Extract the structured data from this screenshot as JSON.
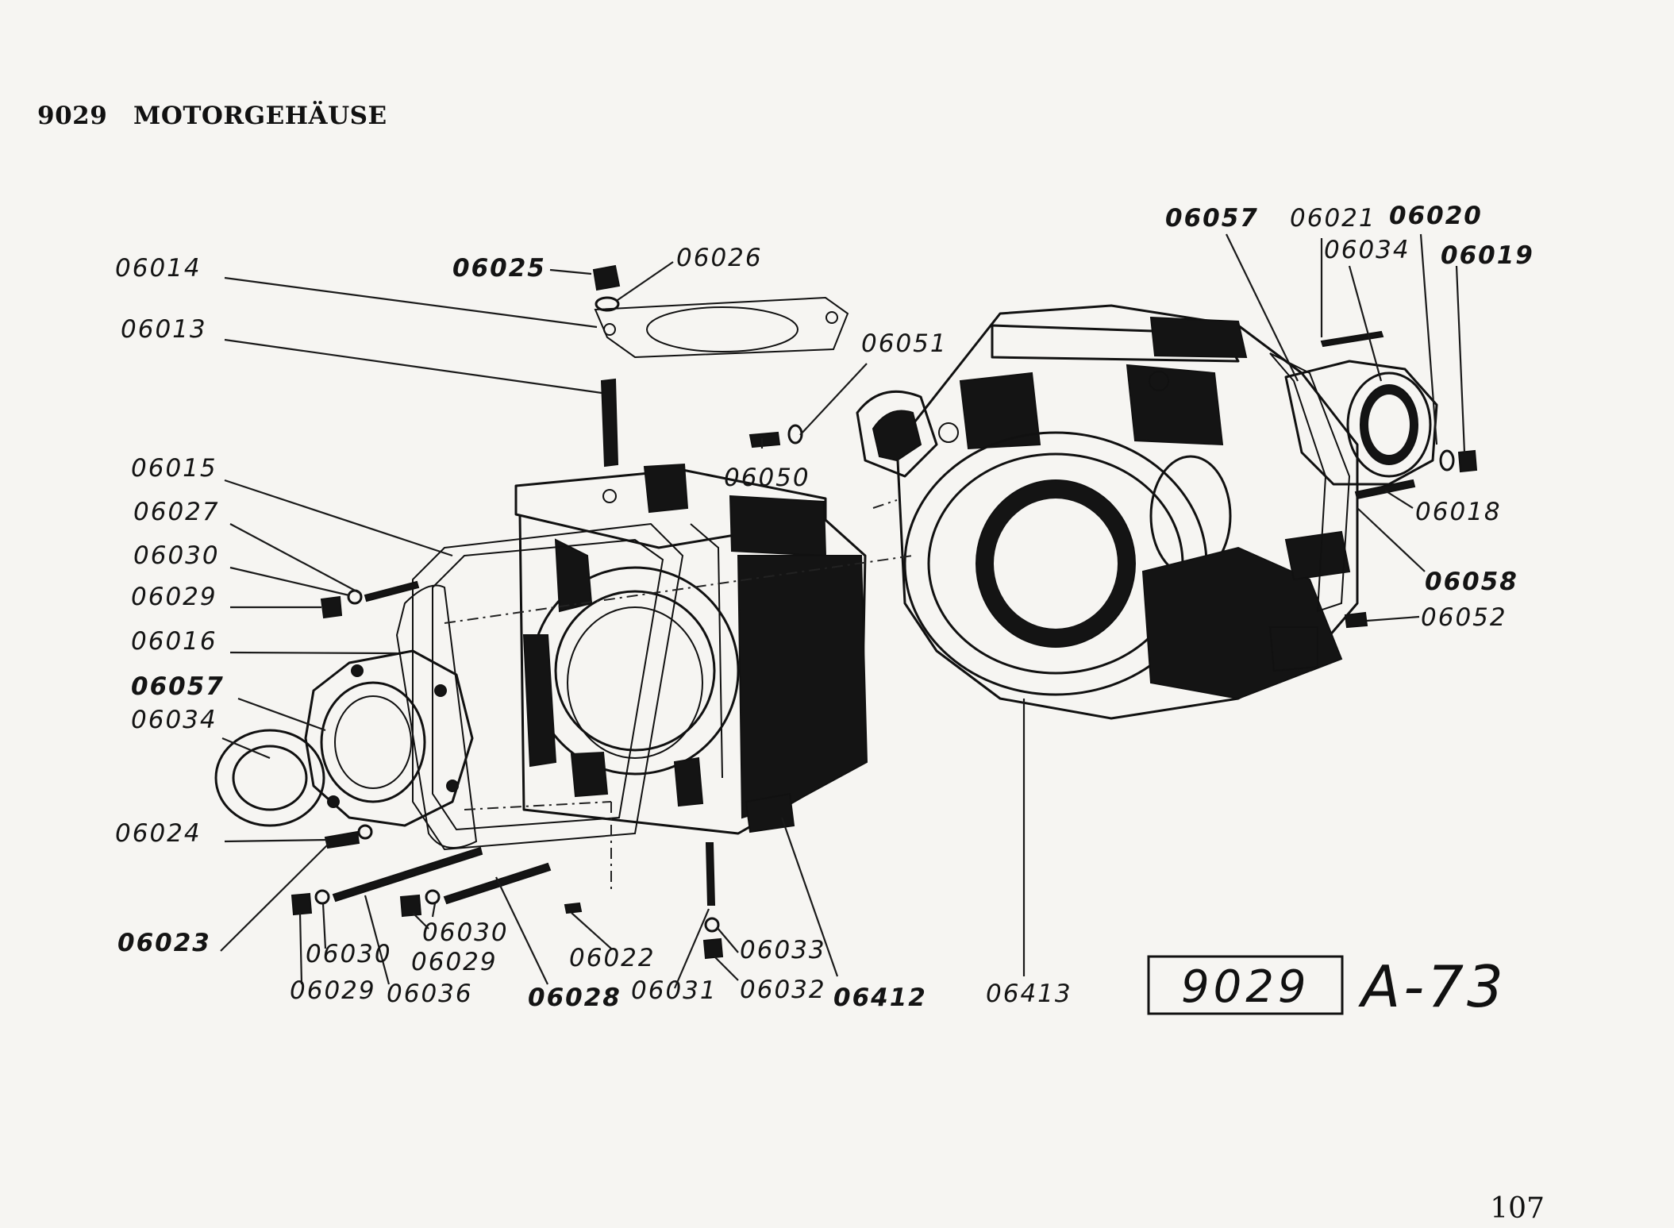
{
  "header": {
    "number": "9029",
    "title": "MOTORGEHÄUSE"
  },
  "page_number": "107",
  "drawing_code": "9029",
  "sheet": "A-73",
  "labels": [
    {
      "text": "06014",
      "bold": false,
      "icon": "gasket"
    },
    {
      "text": "06013",
      "bold": false,
      "icon": "stud"
    },
    {
      "text": "06025",
      "bold": true,
      "icon": "plug"
    },
    {
      "text": "06026",
      "bold": false,
      "icon": "washer"
    },
    {
      "text": "06051",
      "bold": false,
      "icon": "washer"
    },
    {
      "text": "06050",
      "bold": false,
      "icon": "bolt"
    },
    {
      "text": "06015",
      "bold": false,
      "icon": "gasket"
    },
    {
      "text": "06027",
      "bold": false,
      "icon": "stud"
    },
    {
      "text": "06030",
      "bold": false,
      "icon": "washer"
    },
    {
      "text": "06029",
      "bold": false,
      "icon": "nut"
    },
    {
      "text": "06016",
      "bold": false,
      "icon": "gasket"
    },
    {
      "text": "06057",
      "bold": true,
      "icon": "bearing-cover"
    },
    {
      "text": "06034",
      "bold": false,
      "icon": "seal-ring"
    },
    {
      "text": "06024",
      "bold": false,
      "icon": "bolt"
    },
    {
      "text": "06023",
      "bold": true,
      "icon": "bolt"
    },
    {
      "text": "06030",
      "bold": false,
      "icon": "washer"
    },
    {
      "text": "06029",
      "bold": false,
      "icon": "nut"
    },
    {
      "text": "06036",
      "bold": false,
      "icon": "stud"
    },
    {
      "text": "06030",
      "bold": false,
      "icon": "washer"
    },
    {
      "text": "06029",
      "bold": false,
      "icon": "nut"
    },
    {
      "text": "06028",
      "bold": true,
      "icon": "stud"
    },
    {
      "text": "06022",
      "bold": false,
      "icon": "dowel-pin"
    },
    {
      "text": "06031",
      "bold": false,
      "icon": "stud"
    },
    {
      "text": "06033",
      "bold": false,
      "icon": "washer"
    },
    {
      "text": "06032",
      "bold": false,
      "icon": "nut"
    },
    {
      "text": "06412",
      "bold": true,
      "icon": "housing-half"
    },
    {
      "text": "06413",
      "bold": false,
      "icon": "housing-half"
    },
    {
      "text": "06057",
      "bold": true,
      "icon": "bearing-cover"
    },
    {
      "text": "06021",
      "bold": false,
      "icon": "stud"
    },
    {
      "text": "06020",
      "bold": true,
      "icon": "washer"
    },
    {
      "text": "06034",
      "bold": false,
      "icon": "seal-ring"
    },
    {
      "text": "06019",
      "bold": true,
      "icon": "nut"
    },
    {
      "text": "06018",
      "bold": false,
      "icon": "stud"
    },
    {
      "text": "06058",
      "bold": true,
      "icon": "gasket"
    },
    {
      "text": "06052",
      "bold": false,
      "icon": "plug"
    }
  ]
}
